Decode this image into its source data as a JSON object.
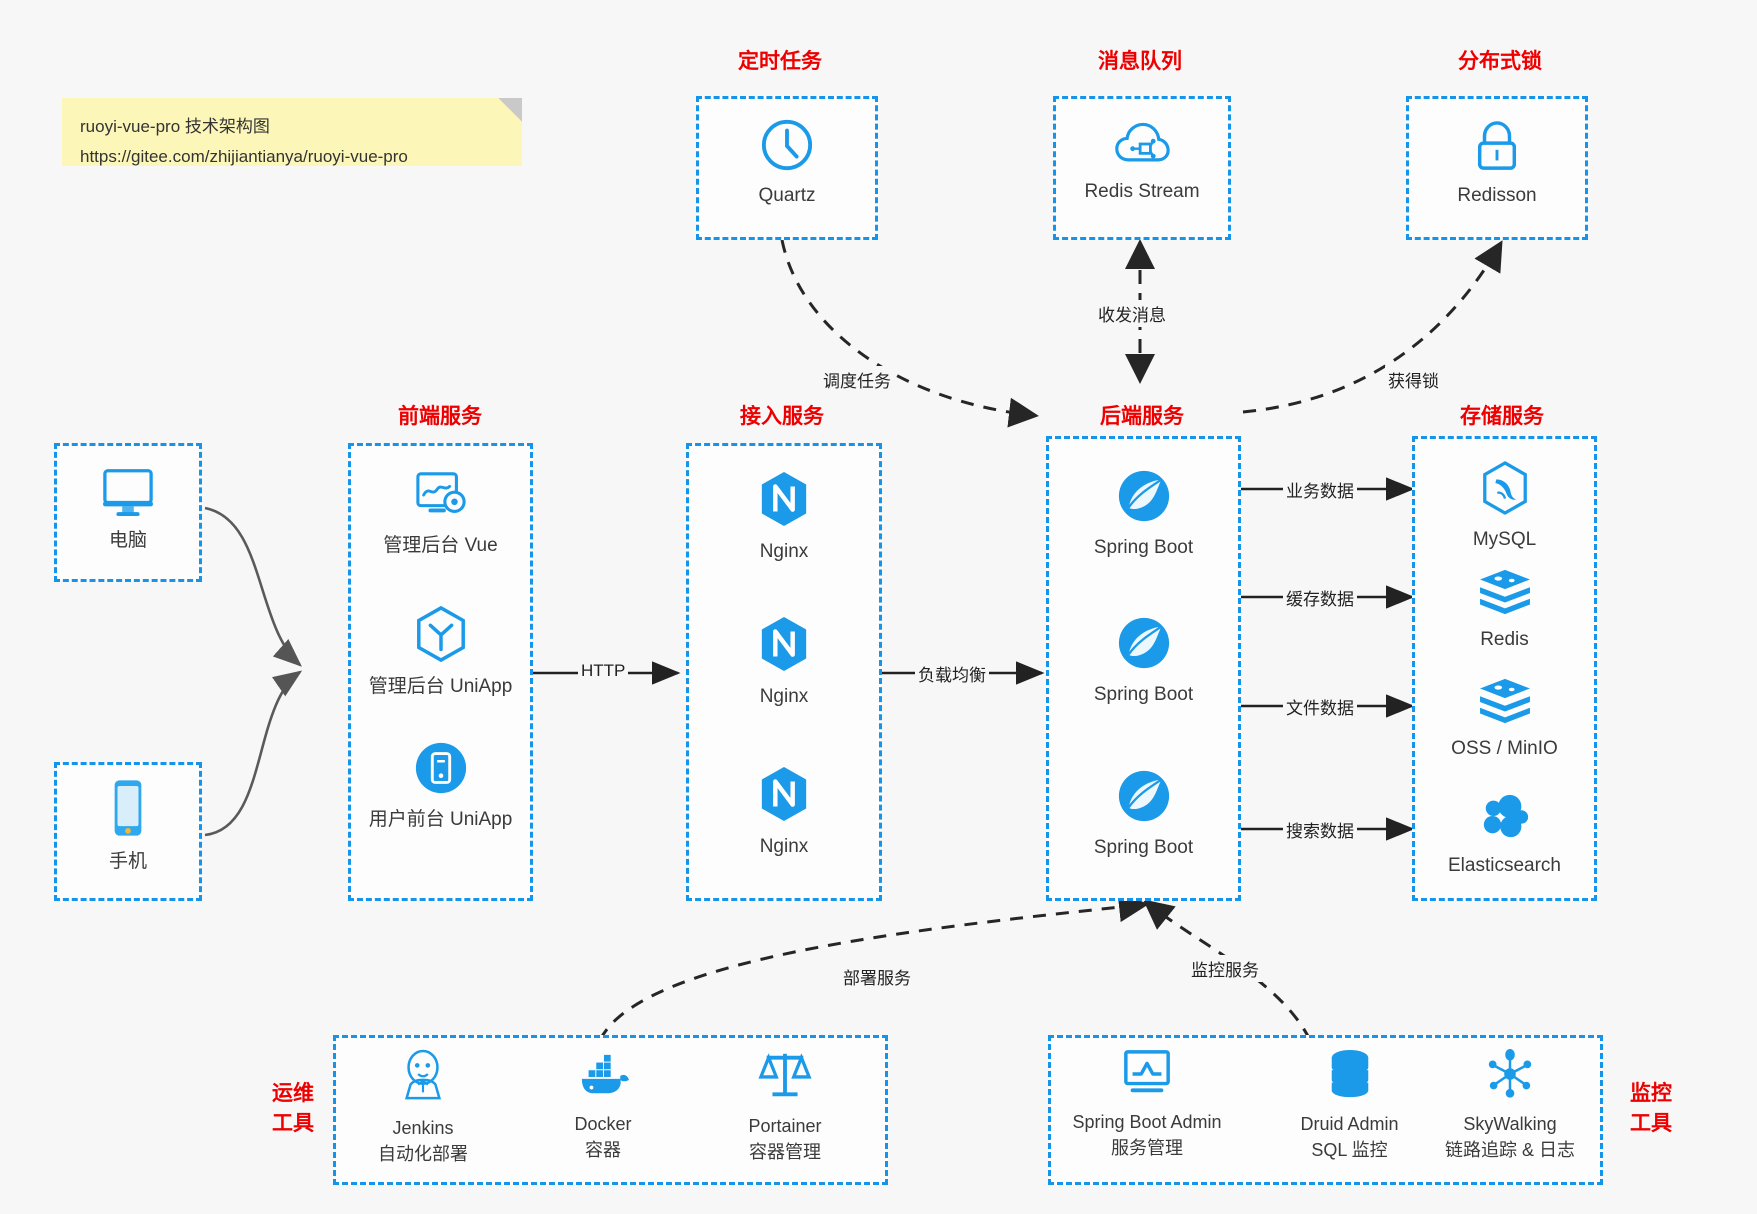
{
  "note": {
    "line1": "ruoyi-vue-pro 技术架构图",
    "line2": "https://gitee.com/zhijiantianya/ruoyi-vue-pro"
  },
  "colors": {
    "box_border": "#1495ea",
    "section_title": "#ee0000",
    "icon_blue": "#1a9ae8",
    "background": "#f7f7f7",
    "note_bg": "#fcf6b8",
    "arrow": "#222222"
  },
  "sections": {
    "scheduled_task": "定时任务",
    "message_queue": "消息队列",
    "distributed_lock": "分布式锁",
    "frontend_service": "前端服务",
    "access_service": "接入服务",
    "backend_service": "后端服务",
    "storage_service": "存储服务",
    "devops_tools": "运维\n工具",
    "devops_tools_l1": "运维",
    "devops_tools_l2": "工具",
    "monitor_tools_l1": "监控",
    "monitor_tools_l2": "工具"
  },
  "nodes": {
    "quartz": {
      "label": "Quartz",
      "icon": "clock-icon"
    },
    "redis_stream": {
      "label": "Redis Stream",
      "icon": "cloud-stream-icon"
    },
    "redisson": {
      "label": "Redisson",
      "icon": "lock-icon"
    },
    "computer": {
      "label": "电脑",
      "icon": "desktop-monitor-icon"
    },
    "phone": {
      "label": "手机",
      "icon": "mobile-phone-icon"
    },
    "admin_vue": {
      "label": "管理后台 Vue",
      "icon": "dashboard-gear-icon"
    },
    "admin_uniapp": {
      "label": "管理后台 UniApp",
      "icon": "uniapp-hexagon-icon"
    },
    "user_uniapp": {
      "label": "用户前台 UniApp",
      "icon": "mobile-circle-icon"
    },
    "nginx_1": {
      "label": "Nginx",
      "icon": "nginx-icon"
    },
    "nginx_2": {
      "label": "Nginx",
      "icon": "nginx-icon"
    },
    "nginx_3": {
      "label": "Nginx",
      "icon": "nginx-icon"
    },
    "spring_boot_1": {
      "label": "Spring Boot",
      "icon": "spring-leaf-icon"
    },
    "spring_boot_2": {
      "label": "Spring Boot",
      "icon": "spring-leaf-icon"
    },
    "spring_boot_3": {
      "label": "Spring Boot",
      "icon": "spring-leaf-icon"
    },
    "mysql": {
      "label": "MySQL",
      "icon": "mysql-dolphin-icon"
    },
    "redis": {
      "label": "Redis",
      "icon": "redis-stack-icon"
    },
    "oss_minio": {
      "label": "OSS / MinIO",
      "icon": "oss-stack-icon"
    },
    "elasticsearch": {
      "label": "Elasticsearch",
      "icon": "elasticsearch-icon"
    },
    "jenkins": {
      "title": "Jenkins",
      "subtitle": "自动化部署",
      "icon": "jenkins-butler-icon"
    },
    "docker": {
      "title": "Docker",
      "subtitle": "容器",
      "icon": "docker-whale-icon"
    },
    "portainer": {
      "title": "Portainer",
      "subtitle": "容器管理",
      "icon": "portainer-scale-icon"
    },
    "spring_boot_admin": {
      "title": "Spring Boot Admin",
      "subtitle": "服务管理",
      "icon": "monitor-chart-icon"
    },
    "druid_admin": {
      "title": "Druid Admin",
      "subtitle": "SQL 监控",
      "icon": "database-icon"
    },
    "skywalking": {
      "title": "SkyWalking",
      "subtitle": "链路追踪 & 日志",
      "icon": "skywalking-node-icon"
    }
  },
  "edges": {
    "http": "HTTP",
    "load_balance": "负载均衡",
    "schedule_task": "调度任务",
    "send_receive_message": "收发消息",
    "acquire_lock": "获得锁",
    "business_data": "业务数据",
    "cache_data": "缓存数据",
    "file_data": "文件数据",
    "search_data": "搜索数据",
    "deploy_service": "部署服务",
    "monitor_service": "监控服务"
  }
}
